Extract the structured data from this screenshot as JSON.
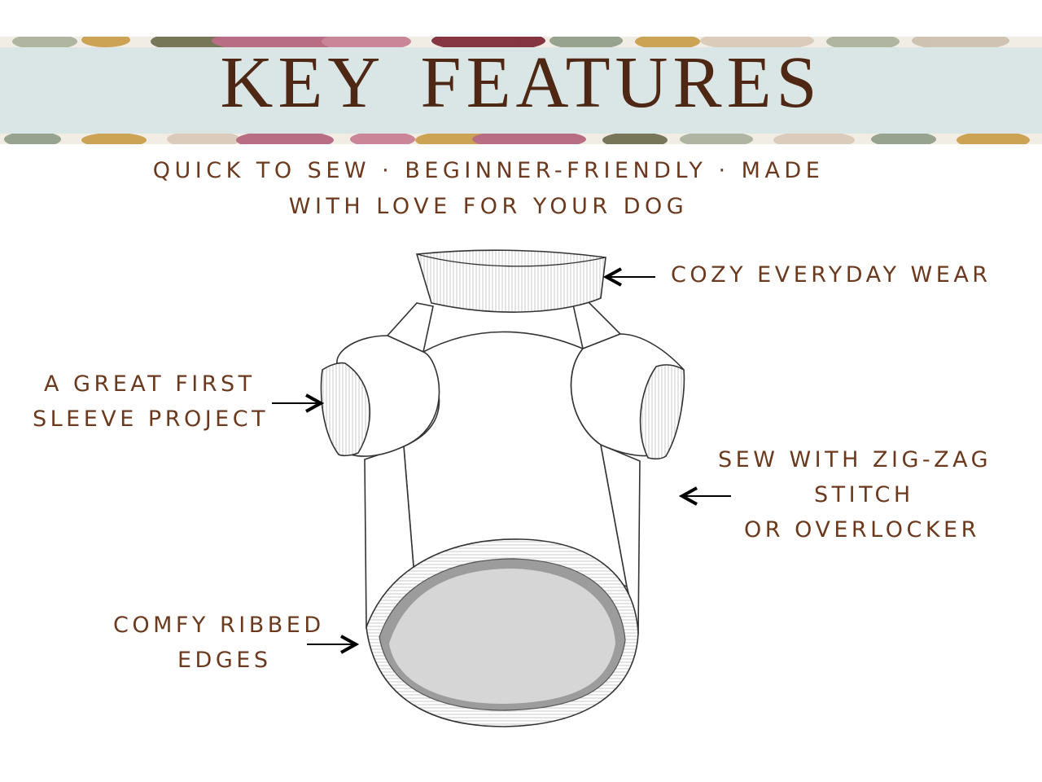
{
  "header": {
    "title": "KEY FEATURES"
  },
  "subtitle": {
    "line1": "QUICK TO SEW · BEGINNER-FRIENDLY  · MADE",
    "line2": "WITH LOVE FOR YOUR DOG"
  },
  "features": {
    "cozy": "COZY EVERYDAY WEAR",
    "sleeve_line1": "A GREAT FIRST",
    "sleeve_line2": "SLEEVE PROJECT",
    "zigzag_line1": "SEW WITH ZIG-ZAG",
    "zigzag_line2": "STITCH",
    "zigzag_line3": "OR OVERLOCKER",
    "ribbed_line1": "COMFY RIBBED",
    "ribbed_line2": "EDGES"
  },
  "colors": {
    "title": "#4e2814",
    "label": "#6b3a1e",
    "band": "#dae6e5",
    "floral_pink": "#b3607a",
    "floral_burgundy": "#7a2230",
    "floral_ochre": "#c99a46",
    "floral_sage": "#8e9a86"
  },
  "icons": {
    "arrow": "arrow-icon",
    "garment": "dog-sweater-illustration",
    "floral": "floral-banner-pattern"
  }
}
